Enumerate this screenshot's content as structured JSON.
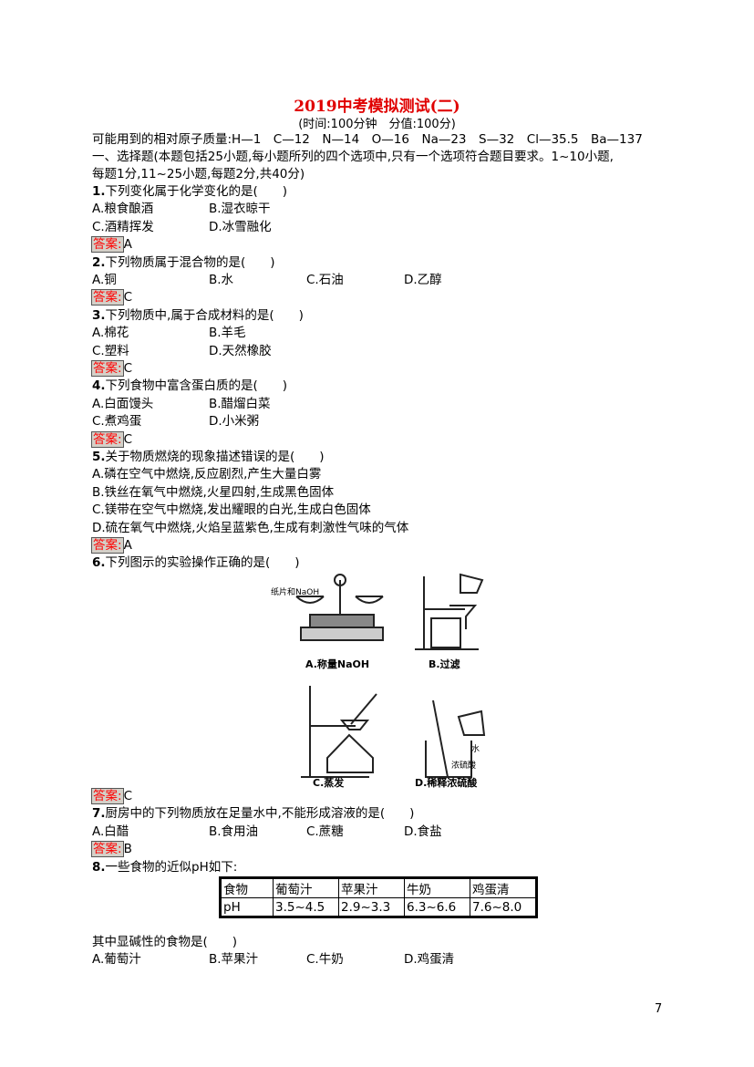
{
  "title": "2019中考模拟测试(二)",
  "subtitle": "(时间:100分钟　分值:100分)",
  "atomic_masses": "可能用到的相对原子质量:H—1　C—12　N—14　O—16　Na—23　S—32　Cl—35.5　Ba—137",
  "section_intro_1": "一、选择题(本题包括25小题,每小题所列的四个选项中,只有一个选项符合题目要求。1~10小题,",
  "section_intro_2": "每题1分,11~25小题,每题2分,共40分)",
  "answer_label": "答案:",
  "questions": [
    {
      "num": "1.",
      "text": "下列变化属于化学变化的是(　　)",
      "options": [
        "A.粮食酿酒",
        "B.湿衣晾干",
        "C.酒精挥发",
        "D.冰雪融化"
      ],
      "layout": "2col",
      "answer": "A"
    },
    {
      "num": "2.",
      "text": "下列物质属于混合物的是(　　)",
      "options": [
        "A.铜",
        "B.水",
        "C.石油",
        "D.乙醇"
      ],
      "layout": "4col",
      "answer": "C"
    },
    {
      "num": "3.",
      "text": "下列物质中,属于合成材料的是(　　)",
      "options": [
        "A.棉花",
        "B.羊毛",
        "C.塑料",
        "D.天然橡胶"
      ],
      "layout": "2col",
      "answer": "C"
    },
    {
      "num": "4.",
      "text": "下列食物中富含蛋白质的是(　　)",
      "options": [
        "A.白面馒头",
        "B.醋熘白菜",
        "C.煮鸡蛋",
        "D.小米粥"
      ],
      "layout": "2col",
      "answer": "C"
    },
    {
      "num": "5.",
      "text": "关于物质燃烧的现象描述错误的是(　　)",
      "options": [
        "A.磷在空气中燃烧,反应剧烈,产生大量白雾",
        "B.铁丝在氧气中燃烧,火星四射,生成黑色固体",
        "C.镁带在空气中燃烧,发出耀眼的白光,生成白色固体",
        "D.硫在氧气中燃烧,火焰呈蓝紫色,生成有刺激性气味的气体"
      ],
      "layout": "1col",
      "answer": "A"
    },
    {
      "num": "6.",
      "text": "下列图示的实验操作正确的是(　　)",
      "options": [],
      "layout": "figure",
      "answer": "C"
    },
    {
      "num": "7.",
      "text": "厨房中的下列物质放在足量水中,不能形成溶液的是(　　)",
      "options": [
        "A.白醋",
        "B.食用油",
        "C.蔗糖",
        "D.食盐"
      ],
      "layout": "4col",
      "answer": "B"
    },
    {
      "num": "8.",
      "text": "一些食物的近似pH如下:",
      "options": [
        "A.葡萄汁",
        "B.苹果汁",
        "C.牛奶",
        "D.鸡蛋清"
      ],
      "layout": "table",
      "answer": null
    }
  ],
  "figure": {
    "label_paper": "纸片和NaOH",
    "captions": [
      "A.称量NaOH",
      "B.过滤",
      "C.蒸发",
      "D.稀释浓硫酸"
    ],
    "label_water": "水",
    "label_acid": "浓硫酸"
  },
  "ph_table": {
    "rows": [
      [
        "食物",
        "葡萄汁",
        "苹果汁",
        "牛奶",
        "鸡蛋清"
      ],
      [
        "pH",
        "3.5~4.5",
        "2.9~3.3",
        "6.3~6.6",
        "7.6~8.0"
      ]
    ]
  },
  "q8_followup": "其中显碱性的食物是(　　)",
  "page_number": "7"
}
